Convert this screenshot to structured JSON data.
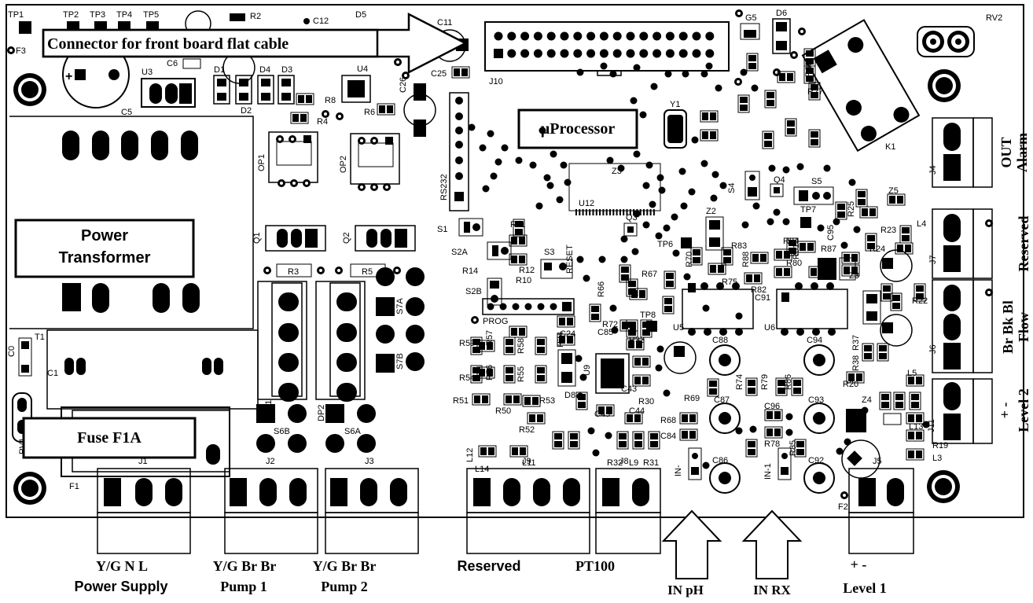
{
  "callouts": {
    "connector": "Connector for front board flat cable",
    "uprocessor": "µProcessor",
    "power_transformer_line1": "Power",
    "power_transformer_line2": "Transformer",
    "fuse": "Fuse  F1A"
  },
  "right_terminals": {
    "j4_line1": "OUT",
    "j4_line2": "Alarm",
    "j7": "Reserved",
    "j6_line1": "Br  Bk  Bl",
    "j6_line2": "Flow",
    "j11_line1": "+     -",
    "j11_line2": "Level 2"
  },
  "bottom_terminals": {
    "j1_pins": "Y/G  N   L",
    "j1_name": "Power Supply",
    "j2_pins": "Y/G Br  Br",
    "j2_name": "Pump 1",
    "j3_pins": "Y/G Br  Br",
    "j3_name": "Pump 2",
    "j9": "Reserved",
    "j8": "PT100",
    "in_ph": "IN pH",
    "in_rx": "IN RX",
    "j5_pins": "+   -",
    "j5_name": "Level 1"
  },
  "silkscreen": {
    "tp1": "TP1",
    "tp2": "TP2",
    "tp3": "TP3",
    "tp4": "TP4",
    "tp5": "TP5",
    "j1": "J1",
    "j2": "J2",
    "j3": "J3",
    "j4": "J4",
    "j5": "J5",
    "j6": "J6",
    "j7": "J7",
    "j8": "J8",
    "j9": "J9",
    "j10": "J10",
    "j11": "J11",
    "k1": "K1",
    "rv1": "RV1",
    "rv2": "RV2",
    "t1": "T1",
    "f1": "F1",
    "f2": "F2",
    "f3": "F3",
    "u3": "U3",
    "u4": "U4",
    "u5": "U5",
    "u6": "U6",
    "u9": "U9",
    "u12": "U12",
    "c0": "C0",
    "c1": "C1",
    "c5": "C5",
    "c6": "C6",
    "c11": "C11",
    "c12": "C12",
    "c86": "C86",
    "c87": "C87",
    "c88": "C88",
    "c92": "C92",
    "c93": "C93",
    "c94": "C94",
    "op1": "OP1",
    "op2": "OP2",
    "dp1": "DP1",
    "dp2": "DP2",
    "q1": "Q1",
    "q2": "Q2",
    "r3": "R3",
    "r5": "R5",
    "s1": "S1",
    "s2a": "S2A",
    "s2b": "S2B",
    "s3": "S3",
    "s4": "S4",
    "s5": "S5",
    "s6a": "S6A",
    "s6b": "S6B",
    "s7a": "S7A",
    "s7b": "S7B",
    "rs232": "RS232",
    "reset": "RESET",
    "prog": "PROG",
    "y1": "Y1",
    "tp6": "TP6",
    "tp7": "TP7",
    "tp8": "TP8",
    "in1": "IN-1",
    "in": "IN-",
    "z3": "Z3",
    "z4": "Z4",
    "z5": "Z5",
    "l3": "L3",
    "l4": "L4",
    "l5": "L5",
    "l11": "L11",
    "l12": "L12",
    "l13": "L13",
    "l14": "L14",
    "d1": "D1",
    "d2": "D2",
    "d3": "D3",
    "d4": "D4",
    "d5": "D5",
    "d6": "D6",
    "d8": "D8",
    "c24": "C24",
    "c25": "C25",
    "c26": "C26",
    "c43": "C43",
    "c44": "C44",
    "c45": "C45",
    "c84": "C84",
    "c85": "C85",
    "c91": "C91",
    "c95": "C95",
    "c96": "C96",
    "r2": "R2",
    "r4": "R4",
    "r6": "R6",
    "r8": "R8",
    "r10": "R10",
    "r11": "R11",
    "r12": "R12",
    "r14": "R14",
    "r19": "R19",
    "r20": "R20",
    "r22": "R22",
    "r23": "R23",
    "r24": "R24",
    "r25": "R25",
    "r27": "R27",
    "r28": "R28",
    "r30": "R30",
    "r33": "R33",
    "r34": "R34",
    "r37": "R37",
    "r38": "R38",
    "r50": "R50",
    "r51": "R51",
    "r52": "R52",
    "r53": "R53",
    "r54": "R54",
    "r55": "R55",
    "r56": "R56",
    "r57": "R57",
    "r58": "R58",
    "r59": "R59",
    "r66": "R66",
    "r67": "R67",
    "r68": "R68",
    "r69": "R69",
    "r70": "R70",
    "r72": "R72",
    "r74": "R74",
    "r75": "R75",
    "r76": "R76",
    "r78": "R78",
    "r79": "R79",
    "r80": "R80",
    "r81": "R81",
    "r82": "R82",
    "r83": "R83",
    "r84": "R84",
    "r85": "R85",
    "r86": "R86",
    "r87": "R87",
    "r88": "R88",
    "r31": "R31",
    "r32": "R32",
    "l9": "L9",
    "q3": "Q3",
    "q4": "Q4",
    "g5": "G5"
  }
}
